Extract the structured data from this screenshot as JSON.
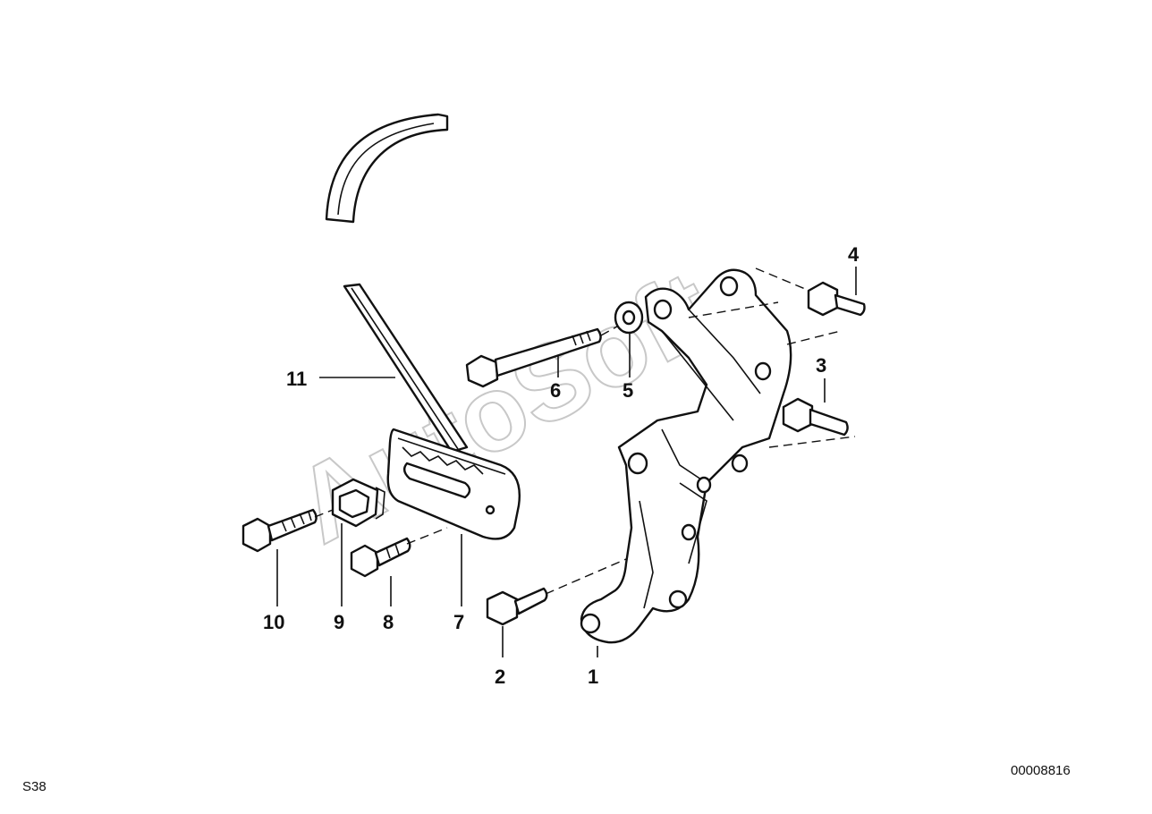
{
  "diagram": {
    "callouts": [
      "1",
      "2",
      "3",
      "4",
      "5",
      "6",
      "7",
      "8",
      "9",
      "10",
      "11"
    ],
    "corner_left": "S38",
    "corner_right": "00008816",
    "watermark": "AutoSoft"
  }
}
